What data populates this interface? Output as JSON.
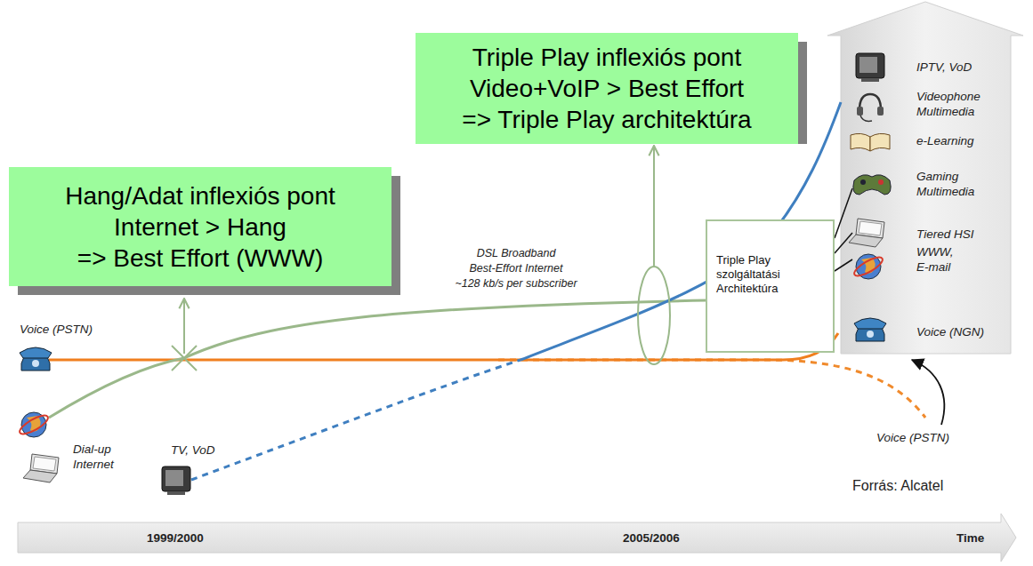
{
  "diagram": {
    "nodes": [
      {
        "text": [
          "Hang/Adat inflexiós pont",
          "Internet > Hang",
          "=> Best Effort (WWW)"
        ]
      },
      {
        "text": [
          "Triple Play inflexiós pont",
          "Video+VoIP > Best Effort",
          "=> Triple Play architektúra"
        ]
      },
      {
        "text": [
          "Triple Play szolgáltatási Architektúra"
        ]
      },
      {
        "text": [
          "IPTV, VoD",
          "Videophone Multimedia",
          "e-Learning",
          "Gaming Multimedia",
          "Tiered HSI",
          "WWW, E-mail",
          "Voice (NGN)"
        ]
      }
    ],
    "labels": [
      "Voice (PSTN)",
      "Dial-up Internet",
      "TV, VoD",
      "DSL Broadband",
      "Best-Effort Internet",
      "~128 kb/s per subscriber",
      "Voice (PSTN)",
      "Forrás: Alcatel",
      "1999/2000",
      "2005/2006",
      "Time"
    ]
  }
}
